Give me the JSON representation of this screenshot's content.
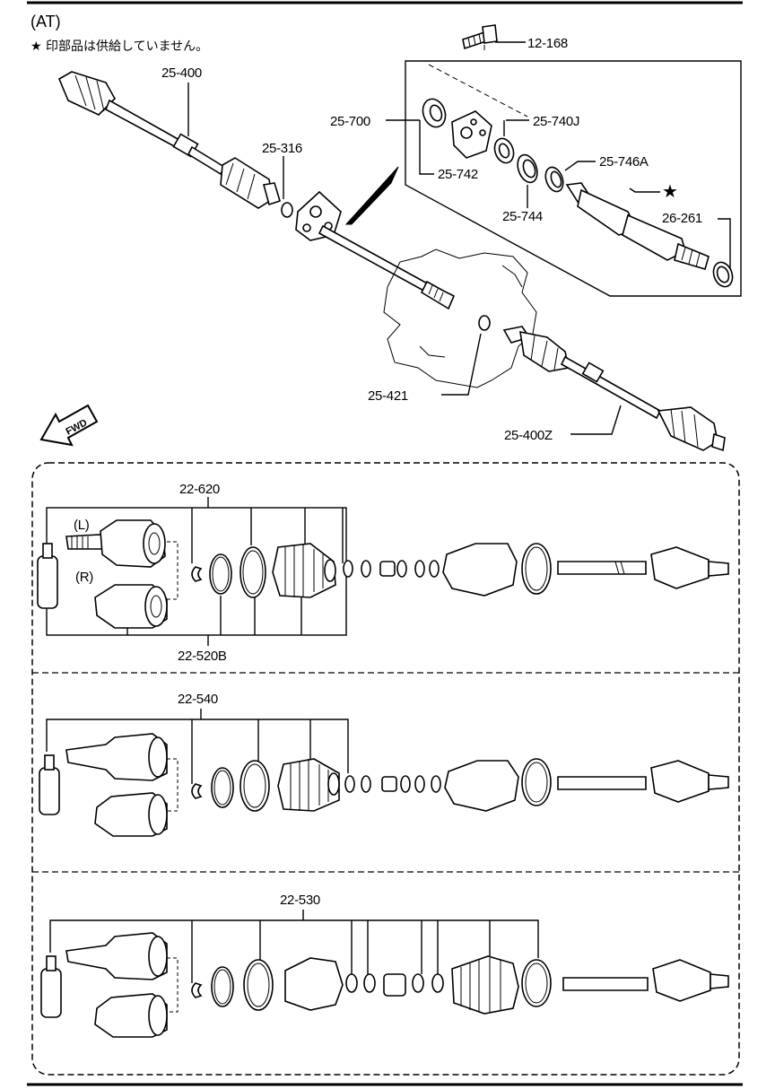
{
  "header": {
    "variant": "(AT)",
    "note": "★ 印部品は供給していません。"
  },
  "callouts": {
    "bolt": "12-168",
    "left_shaft": "25-400",
    "clip": "25-316",
    "bracket_assembly": "25-700",
    "bearing": "25-740J",
    "bracket_seal": "25-742",
    "snap_ring": "25-744",
    "bearing_ring": "25-746A",
    "star_part": "★",
    "oil_seal": "26-261",
    "circlip": "25-421",
    "right_shaft": "25-400Z",
    "fwd_arrow": "FWD"
  },
  "kits": [
    {
      "id": "22-620",
      "label": "22-620",
      "sub_label": "22-520B",
      "left_label": "(L)",
      "right_label": "(R)"
    },
    {
      "id": "22-540",
      "label": "22-540"
    },
    {
      "id": "22-530",
      "label": "22-530"
    }
  ]
}
